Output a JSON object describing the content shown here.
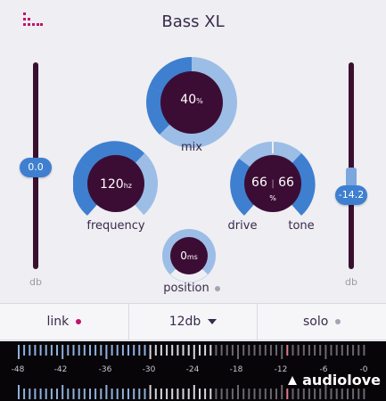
{
  "app": {
    "title": "Bass XL"
  },
  "left_slider": {
    "value": "0.0",
    "unit_label": "db",
    "level": 0.5
  },
  "right_slider": {
    "value": "-14.2",
    "unit_label": "db",
    "level": 0.24
  },
  "knobs": {
    "mix": {
      "value": "40",
      "unit": "%",
      "label": "mix",
      "level": 0.4
    },
    "frequency": {
      "value": "120",
      "unit": "hz",
      "label": "frequency",
      "level": 0.45
    },
    "drive_tone": {
      "drive_value": "66",
      "separator": "|",
      "tone_value": "66",
      "unit": "%",
      "drive_label": "drive",
      "tone_label": "tone",
      "level": 0.66
    },
    "position": {
      "value": "0",
      "unit": "ms",
      "label": "position",
      "level": 0.0
    }
  },
  "bottom_bar": {
    "link_label": "link",
    "range_label": "12db",
    "solo_label": "solo"
  },
  "meter": {
    "scale": [
      "-48",
      "-42",
      "-36",
      "-30",
      "-24",
      "-18",
      "-12",
      "-6",
      "-0"
    ]
  },
  "watermark": {
    "text": "audiolove"
  },
  "colors": {
    "accent_blue": "#3f7fd0",
    "knob_fill": "#3c0d34",
    "pink": "#c0146a",
    "track_light": "#a8c4e6"
  }
}
